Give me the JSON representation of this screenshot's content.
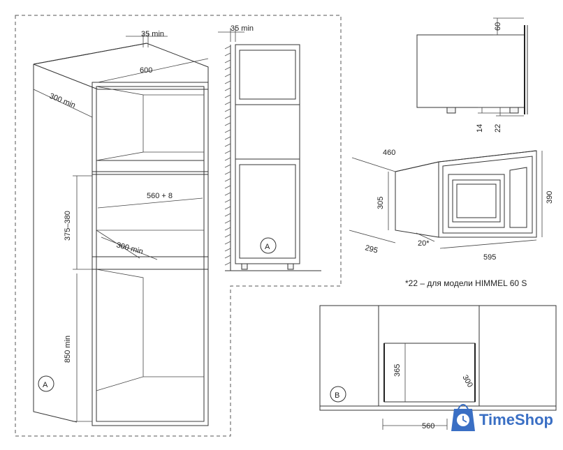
{
  "dimensions": {
    "gap_top": "35 min",
    "gap_side": "35 min",
    "width_600": "600",
    "depth_300": "300 min",
    "opening_width": "560 + 8",
    "opening_height": "375–380",
    "opening_depth": "300 min",
    "base_height": "850 min",
    "side_60": "60",
    "side_14": "14",
    "side_22": "22",
    "depth_460": "460",
    "height_305": "305",
    "height_390": "390",
    "depth_295": "295",
    "front_20": "20*",
    "width_595": "595",
    "b_365": "365",
    "b_300": "300",
    "b_560": "560"
  },
  "markers": {
    "a_main": "A",
    "a_side": "A",
    "b": "B"
  },
  "footnote": "*22 – для модели HIMMEL 60 S",
  "watermark": {
    "brand": "TimeShop",
    "color": "#3a6fc4"
  }
}
